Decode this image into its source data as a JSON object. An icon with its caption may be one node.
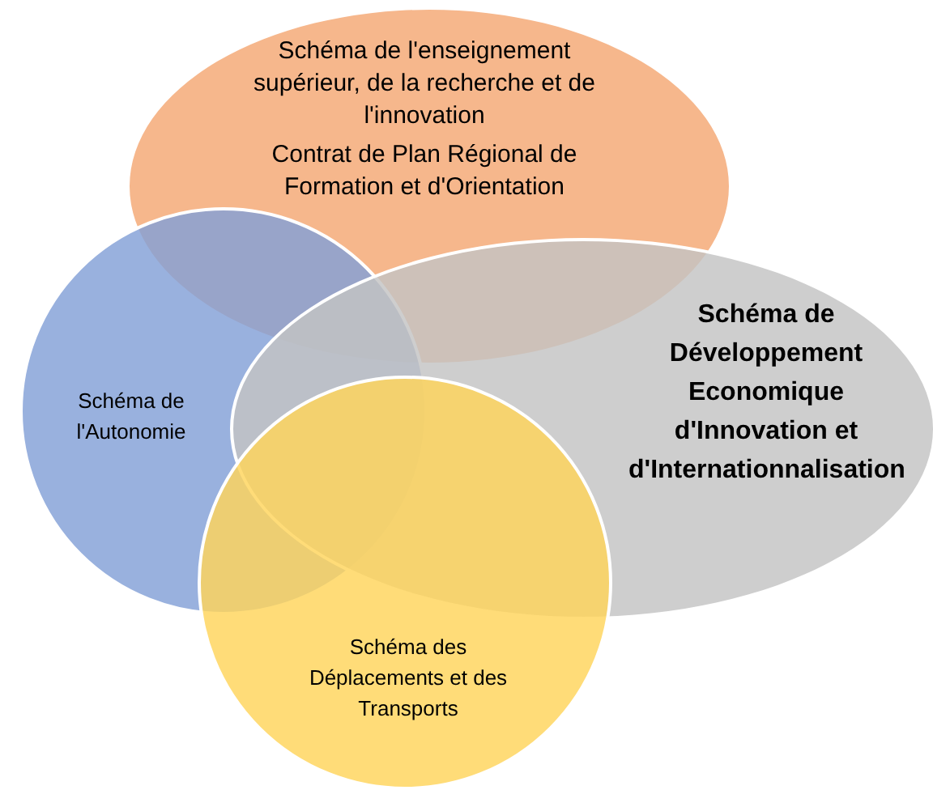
{
  "diagram": {
    "nodes": [
      {
        "text": [
          "Schéma de l'enseignement supérieur, de la recherche et de l'innovation",
          "Contrat de Plan Régional de Formation et d'Orientation"
        ]
      },
      {
        "text": [
          "Schéma de l'Autonomie"
        ]
      },
      {
        "text": [
          "Schéma de Développement Economique d'Innovation et d'Internationnalisation"
        ]
      },
      {
        "text": [
          "Schéma des Déplacements et des Transports"
        ]
      }
    ]
  }
}
